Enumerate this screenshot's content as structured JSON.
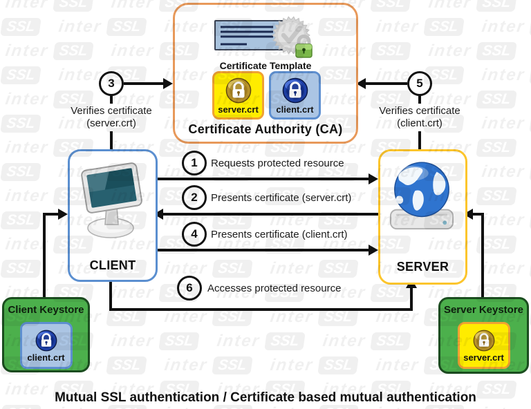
{
  "title": "Mutual SSL authentication / Certificate based mutual authentication",
  "watermark": {
    "prefix": "inter",
    "badge": "SSL"
  },
  "colors": {
    "ca_border": "#e8995a",
    "client_border": "#5b8fd0",
    "server_border": "#fcc52c",
    "keystore_fill": "#4cb04c",
    "keystore_border": "#1b4d1f",
    "cert_yellow_fill": "#ffec00",
    "cert_yellow_border": "#f0a232",
    "cert_blue_fill": "#abc5e4",
    "cert_blue_border": "#5e8fd0",
    "line": "#111111"
  },
  "ca": {
    "title": "Certificate Authority (CA)",
    "template_label": "Certificate Template",
    "server_cert": "server.crt",
    "client_cert": "client.crt"
  },
  "client_box": {
    "label": "CLIENT"
  },
  "server_box": {
    "label": "SERVER"
  },
  "client_keystore": {
    "title": "Client Keystore",
    "cert": "client.crt"
  },
  "server_keystore": {
    "title": "Server Keystore",
    "cert": "server.crt"
  },
  "steps": {
    "s1": {
      "num": "1",
      "label": "Requests protected resource"
    },
    "s2": {
      "num": "2",
      "label": "Presents certificate (server.crt)"
    },
    "s3": {
      "num": "3",
      "line1": "Verifies certificate",
      "line2": "(server.crt)"
    },
    "s4": {
      "num": "4",
      "label": "Presents certificate (client.crt)"
    },
    "s5": {
      "num": "5",
      "line1": "Verifies certificate",
      "line2": "(client.crt)"
    },
    "s6": {
      "num": "6",
      "label": "Accesses protected resource"
    }
  }
}
